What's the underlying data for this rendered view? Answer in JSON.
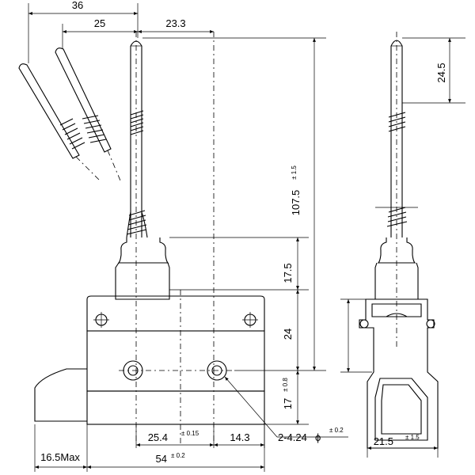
{
  "dimensions": {
    "top_36": "36",
    "top_25": "25",
    "top_23_3": "23.3",
    "side_24_5": "24.5",
    "vert_107_5": "107.5",
    "vert_107_5_tol": "± 1.5",
    "vert_17_5": "17.5",
    "vert_24": "24",
    "vert_17": "17",
    "vert_17_tol": "± 0.8",
    "bottom_25_4": "25.4",
    "bottom_25_4_tol": "± 0.15",
    "bottom_14_3": "14.3",
    "hole_callout": "2-4.24",
    "hole_phi": "ϕ",
    "hole_tol": "± 0.2",
    "side_21_5": "21.5",
    "side_21_5_tol": "± 1.5",
    "bottom_16_5": "16.5Max",
    "bottom_54": "54",
    "bottom_54_tol": "± 0.2"
  }
}
